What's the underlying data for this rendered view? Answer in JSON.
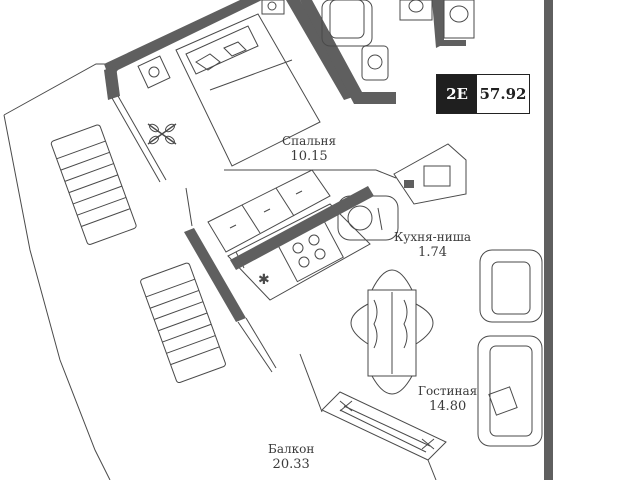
{
  "apartment": {
    "type": "2E",
    "total_area": "57.92"
  },
  "rooms": {
    "bedroom": {
      "name": "Спальня",
      "area": "10.15"
    },
    "kitchen": {
      "name": "Кухня-ниша",
      "area": "1.74"
    },
    "living": {
      "name": "Гостиная",
      "area": "14.80"
    },
    "balcony": {
      "name": "Балкон",
      "area": "20.33"
    }
  },
  "colors": {
    "wall": "#5f5f5f",
    "line": "#4a4a4a",
    "badge_dark": "#1f1f1f"
  },
  "icons": [
    "snowflake-icon",
    "plant-icon"
  ]
}
